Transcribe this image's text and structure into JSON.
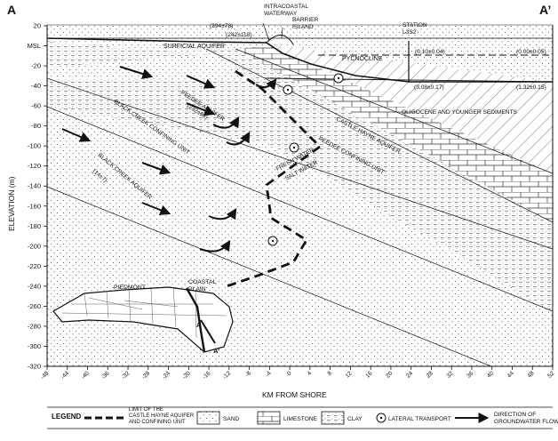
{
  "section": {
    "left_label": "A",
    "right_label": "A’"
  },
  "axes": {
    "ylabel": "ELEVATION (m)",
    "xlabel": "KM FROM SHORE",
    "xlim": [
      -48,
      52
    ],
    "ylim": [
      -320,
      20
    ],
    "x_ticks": [
      "-48",
      "-44",
      "-40",
      "-36",
      "-32",
      "-28",
      "-24",
      "-20",
      "-16",
      "-12",
      "-8",
      "-4",
      "0",
      "4",
      "8",
      "12",
      "16",
      "20",
      "24",
      "28",
      "32",
      "36",
      "40",
      "44",
      "48",
      "52"
    ],
    "y_ticks": [
      "20",
      "MSL",
      "-20",
      "-40",
      "-60",
      "-80",
      "-100",
      "-120",
      "-140",
      "-160",
      "-180",
      "-200",
      "-220",
      "-240",
      "-260",
      "-280",
      "-300",
      "-320"
    ]
  },
  "labels": {
    "intracoastal": "INTRACOASTAL\nWATERWAY",
    "barrier": "BARRIER\nISLAND",
    "station": "STATION\nL3S2",
    "surficial": "SURFICIAL AQUIFER",
    "pycnocline": "PYCNOCLINE",
    "peedee_aquifer": "PEEDEE AQUIFER",
    "peedee_age": "(232±98)",
    "black_creek_conf": "BLACK CREEK CONFINING UNIT",
    "black_creek_aquifer": "BLACK CREEK AQUIFER",
    "black_creek_age": "(14±7)",
    "castle_hayne": "CASTLE HAYNE AQUIFER",
    "peedee_conf": "PEEDEE CONFINING UNIT",
    "oligocene": "OLIGOCENE AND YOUNGER SEDIMENTS",
    "fresh": "FRESH WATER",
    "salt": "SALT WATER",
    "piedmont": "PIEDMONT",
    "coastal_plain": "COASTAL\nPLAIN",
    "map_a": "A",
    "map_a2": "A’"
  },
  "values": {
    "v1": "(394±78)",
    "v2": "(242±118)",
    "v3": "(0.10±0.04)",
    "v4": "(0.00±0.05)",
    "v5": "(3.08±0.17)",
    "v6": "(1.32±0.15)"
  },
  "legend": {
    "title": "LEGEND",
    "limit": "LIMIT OF THE\nCASTLE HAYNE AQUIFER\nAND CONFINING UNIT",
    "sand": "SAND",
    "limestone": "LIMESTONE",
    "clay": "CLAY",
    "lateral": "LATERAL TRANSPORT",
    "direction": "DIRECTION OF\nGROUNDWATER FLOW"
  },
  "icons": {
    "lateral": "lateral-transport-icon",
    "flow": "groundwater-flow-arrow-icon"
  }
}
